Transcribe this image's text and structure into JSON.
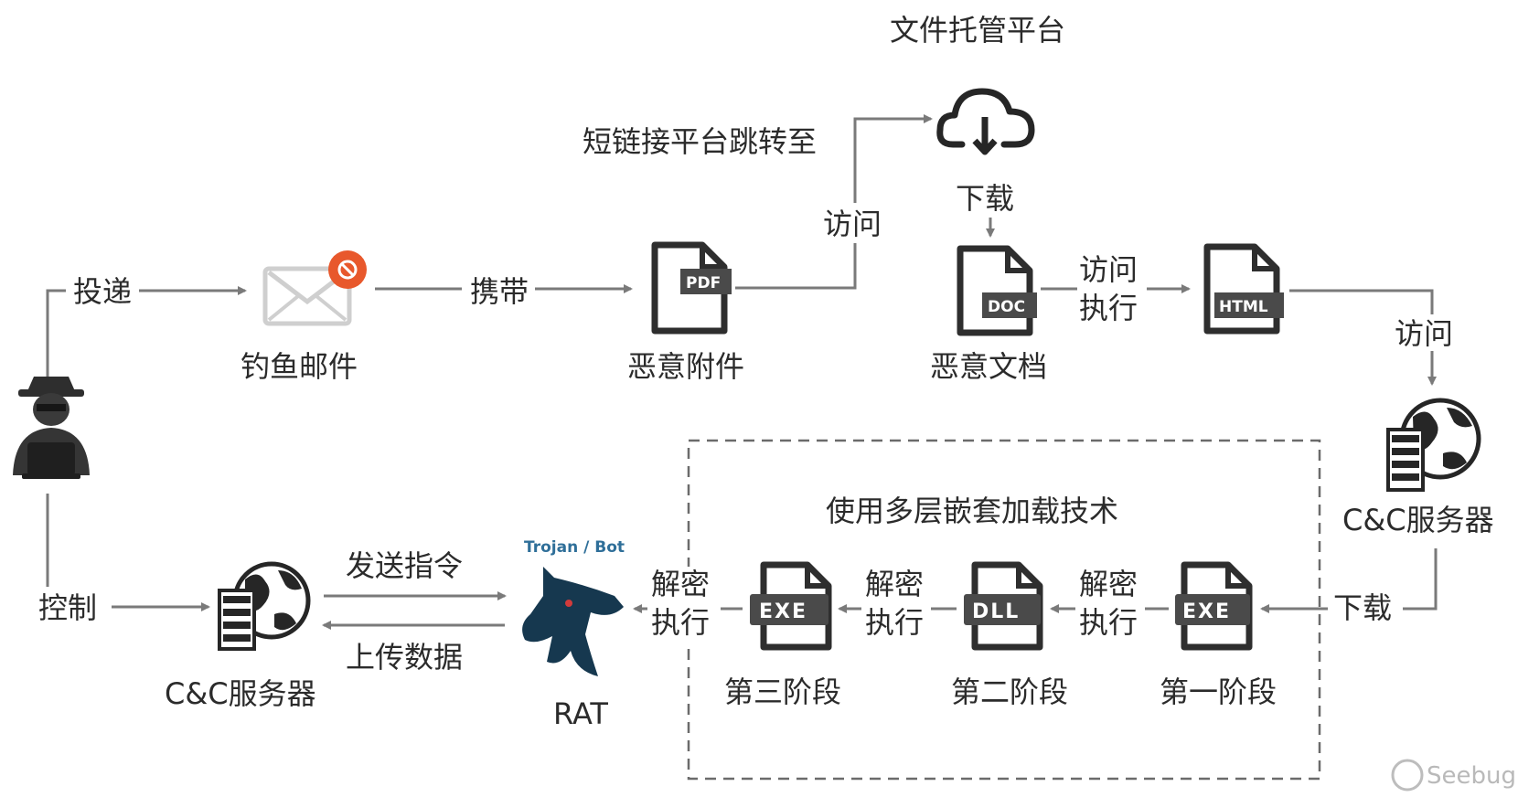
{
  "nodes": {
    "file_platform": "文件托管平台",
    "phishing_email": "钓鱼邮件",
    "malicious_attachment": "恶意附件",
    "malicious_document": "恶意文档",
    "cc_server_right": "C&C服务器",
    "cc_server_left": "C&C服务器",
    "rat": "RAT",
    "rat_logo_text": "Trojan / Bot",
    "stage1": "第一阶段",
    "stage2": "第二阶段",
    "stage3": "第三阶段",
    "nested_box_title": "使用多层嵌套加载技术"
  },
  "edges": {
    "deliver": "投递",
    "carry": "携带",
    "short_link": "短链接平台跳转至",
    "visit_pdf": "访问",
    "download_doc": "下载",
    "visit_exec_doc_1": "访问",
    "visit_exec_doc_2": "执行",
    "visit_cc": "访问",
    "download_stage1": "下载",
    "decrypt_exec_1a": "解密",
    "decrypt_exec_1b": "执行",
    "decrypt_exec_2a": "解密",
    "decrypt_exec_2b": "执行",
    "decrypt_exec_3a": "解密",
    "decrypt_exec_3b": "执行",
    "send_command": "发送指令",
    "upload_data": "上传数据",
    "control": "控制"
  },
  "file_tags": {
    "pdf": "PDF",
    "doc": "DOC",
    "html": "HTML",
    "exe1": "EXE",
    "dll": "DLL",
    "exe3": "EXE"
  },
  "watermark": "Seebug",
  "colors": {
    "badge": "#e8582c",
    "rat_horse": "#16384f",
    "rat_logo_text": "#2f6f99",
    "line": "#7a7a7a"
  }
}
